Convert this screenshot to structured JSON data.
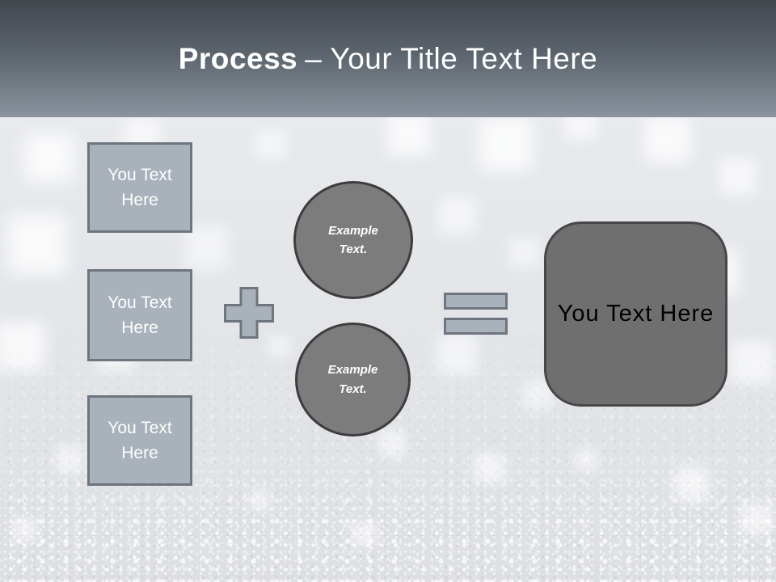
{
  "title": {
    "bold": "Process",
    "rest": "– Your Title Text Here"
  },
  "left_boxes": [
    {
      "label": "You Text Here"
    },
    {
      "label": "You Text Here"
    },
    {
      "label": "You Text Here"
    }
  ],
  "circles": [
    {
      "label": "Example Text."
    },
    {
      "label": "Example Text."
    }
  ],
  "result_box": {
    "label": "You Text Here"
  },
  "icons": {
    "plus": "+",
    "equals": "="
  },
  "colors": {
    "header_gradient_top": "#42474e",
    "header_gradient_bottom": "#8b949e",
    "title_text": "#ffffff",
    "box_fill": "#a9b1ba",
    "box_border": "#6e757e",
    "box_text": "#ffffff",
    "circle_fill": "#7c7c7c",
    "circle_border": "#3d3d3d",
    "circle_text": "#ffffff",
    "result_fill": "#6f6f6f",
    "result_border": "#474747",
    "result_text": "#000000",
    "background_base": "#e4e6ea"
  }
}
